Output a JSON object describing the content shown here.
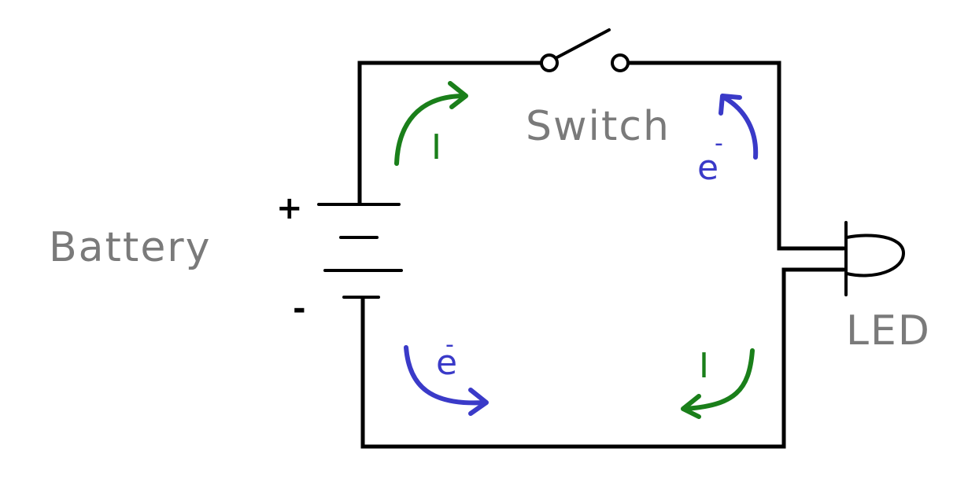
{
  "labels": {
    "battery": "Battery",
    "switch": "Switch",
    "led": "LED",
    "plus": "+",
    "minus": "-"
  },
  "flow": {
    "current_symbol": "I",
    "electron_symbol": "e",
    "electron_charge": "-"
  },
  "colors": {
    "wire": "#000000",
    "label": "#7a7a7a",
    "current": "#1a7f1a",
    "electron": "#3a3ac8"
  }
}
